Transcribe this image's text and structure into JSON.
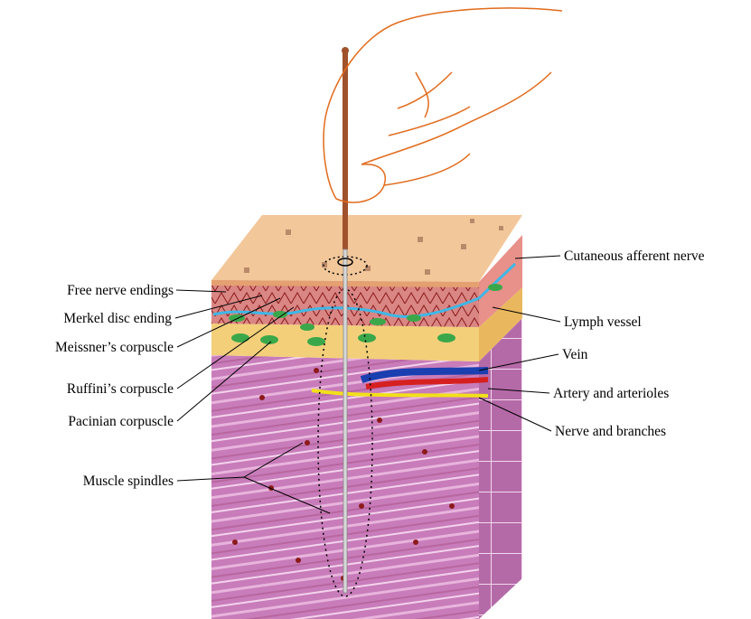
{
  "labels": {
    "left": {
      "free_nerve_endings": "Free nerve endings",
      "merkel_disc_ending": "Merkel disc ending",
      "meissner_corpuscle": "Meissner’s corpuscle",
      "ruffini_corpuscle": "Ruffini’s corpuscle",
      "pacinian_corpuscle": "Pacinian corpuscle",
      "muscle_spindles": "Muscle spindles"
    },
    "right": {
      "cutaneous_afferent_nerve": "Cutaneous afferent nerve",
      "lymph_vessel": "Lymph vessel",
      "vein": "Vein",
      "artery_and_arterioles": "Artery and arterioles",
      "nerve_and_branches": "Nerve and branches"
    }
  },
  "colors": {
    "epidermis": "#f2c79a",
    "dermis": "#d98a88",
    "subcutaneous": "#f3cf7a",
    "muscle": "#c77ab8",
    "muscle_side": "#b46fa8",
    "hand_outline": "#e26b1c",
    "needle": "#a0522d",
    "vein": "#1a3fb0",
    "artery": "#d62020",
    "nerve": "#f2e01a",
    "lymph": "#3fb7e6"
  }
}
